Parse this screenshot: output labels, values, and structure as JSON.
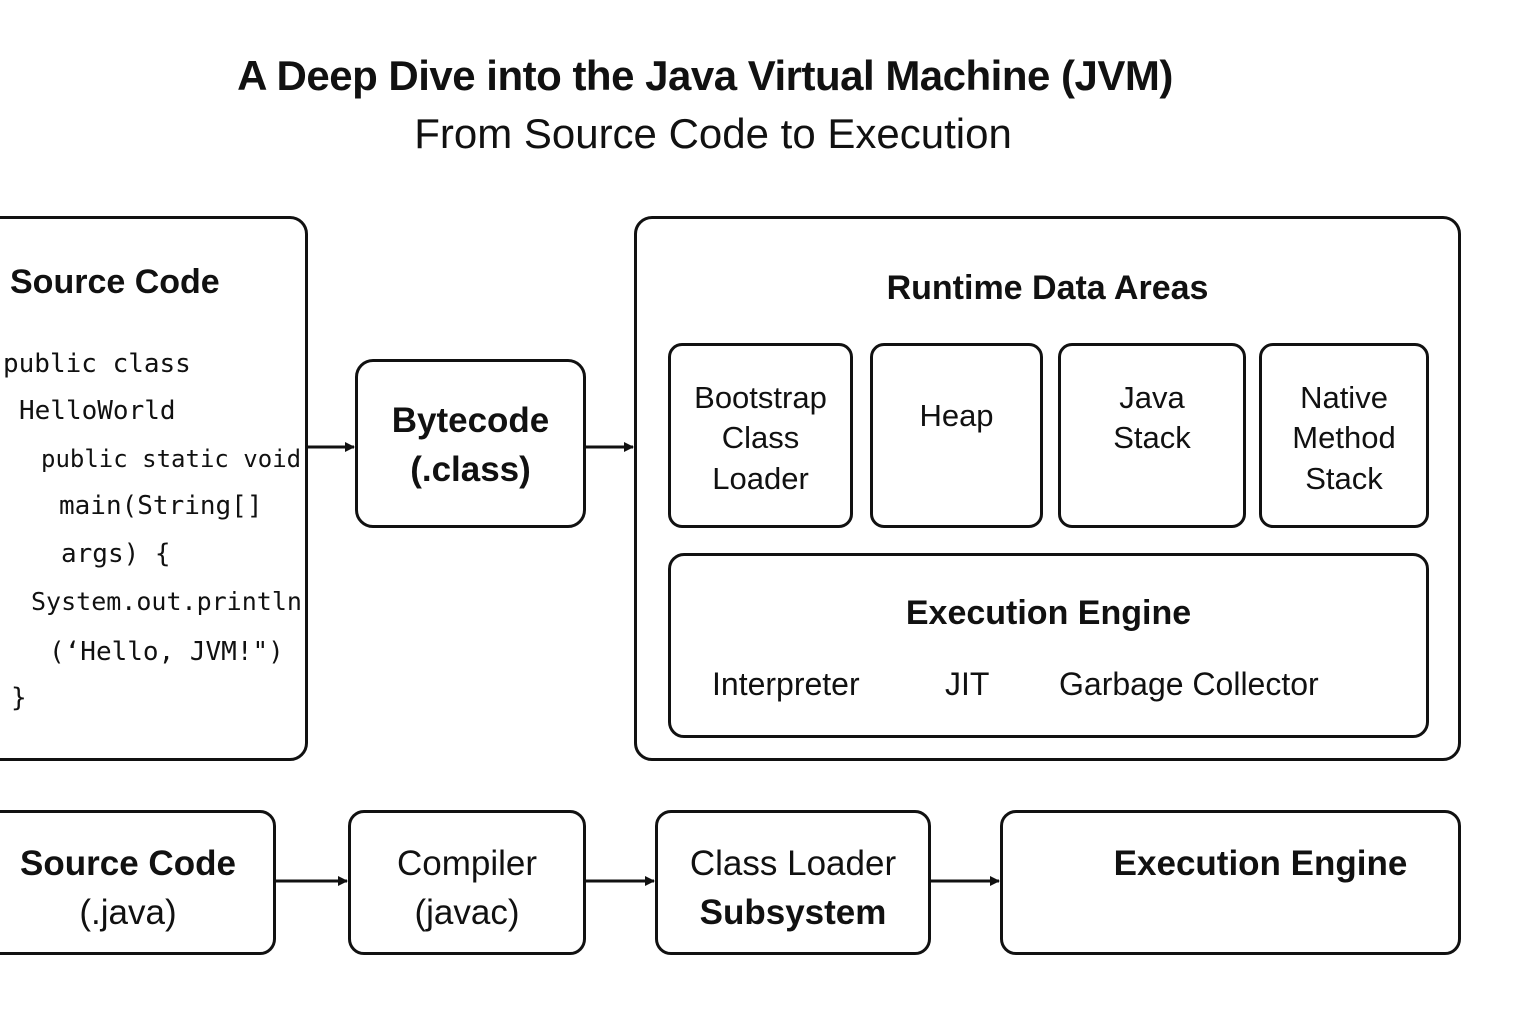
{
  "header": {
    "title": "A Deep Dive into the Java Virtual Machine (JVM)",
    "subtitle": "From Source Code to Execution"
  },
  "source_panel": {
    "title": "Source Code",
    "code_lines": [
      "public class",
      "HelloWorld",
      "public static void",
      "main(String[]",
      "args) {",
      "System.out.println",
      "(‘Hello, JVM!\")",
      "}"
    ]
  },
  "bytecode": {
    "line1": "Bytecode",
    "line2": "(.class)"
  },
  "runtime_panel": {
    "title": "Runtime Data Areas",
    "areas": [
      {
        "lines": [
          "Bootstrap",
          "Class",
          "Loader"
        ]
      },
      {
        "lines": [
          "Heap"
        ]
      },
      {
        "lines": [
          "Java",
          "Stack"
        ]
      },
      {
        "lines": [
          "Native",
          "Method",
          "Stack"
        ]
      }
    ],
    "execution_engine": {
      "title": "Execution Engine",
      "parts": [
        "Interpreter",
        "JIT",
        "Garbage Collector"
      ]
    }
  },
  "flow": [
    {
      "line1": "Source Code",
      "line2": "(.java)"
    },
    {
      "line1": "Compiler",
      "line2": "(javac)"
    },
    {
      "line1": "Class Loader",
      "line2": "Subsystem"
    },
    {
      "line1": "Execution Engine",
      "line2": ""
    }
  ]
}
